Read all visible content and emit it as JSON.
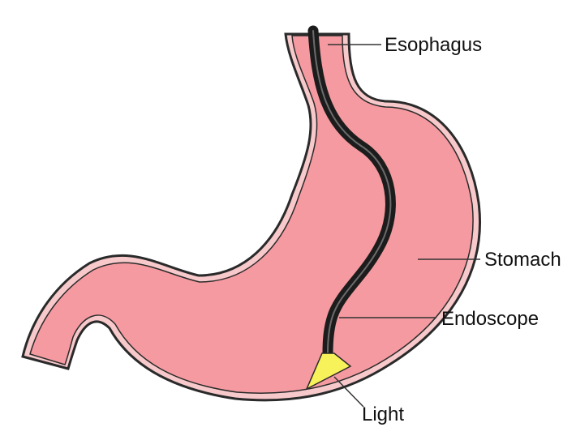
{
  "labels": {
    "esophagus": "Esophagus",
    "stomach": "Stomach",
    "endoscope": "Endoscope",
    "light": "Light"
  },
  "colors": {
    "background": "#ffffff",
    "tissue": "#f59aa0",
    "tissue_rim": "#f7c9cb",
    "outline": "#2a2a2a",
    "endoscope": "#1c1c1c",
    "endoscope_highlight": "#6b6b6b",
    "light": "#f7f25a",
    "leader": "#333333"
  }
}
